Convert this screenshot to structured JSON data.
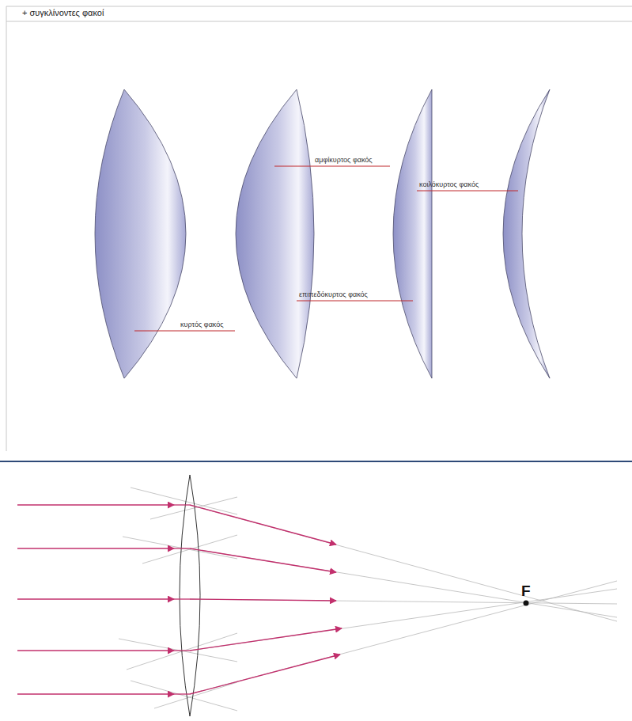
{
  "diagram": {
    "title": "+ συγκλίνοντες φακοί",
    "labels": [
      "κυρτός φακός",
      "αμφίκυρτος φακός",
      "επιπεδόκυρτος φακός",
      "κοιλόκυρτος φακός",
      "F"
    ]
  }
}
